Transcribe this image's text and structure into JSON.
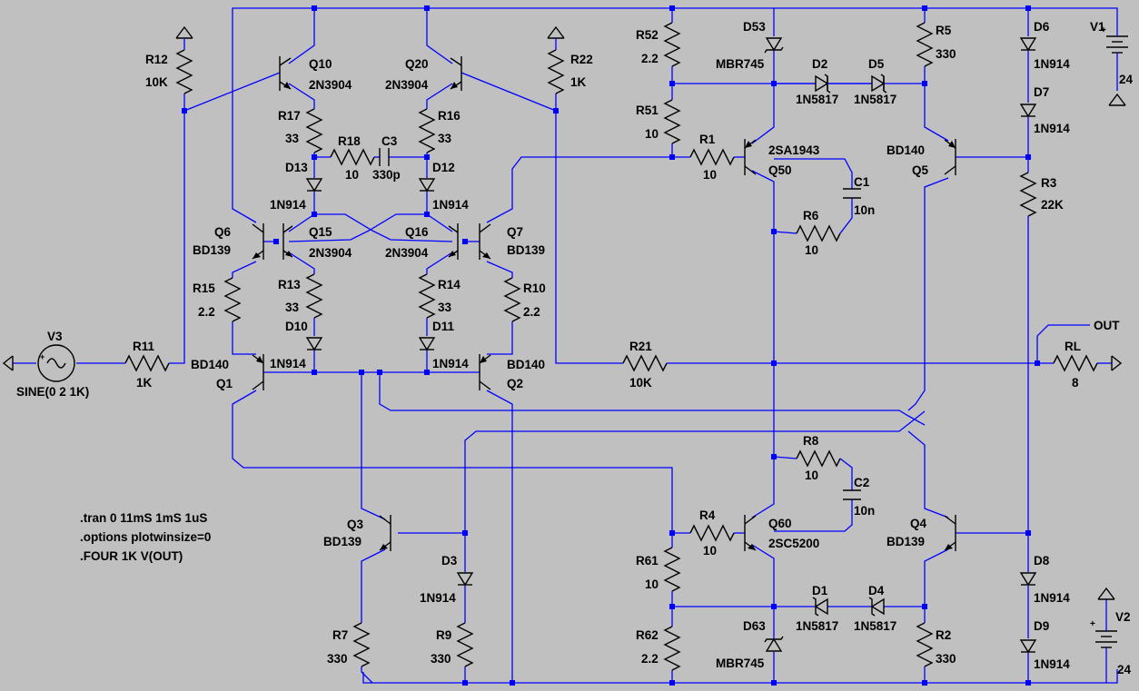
{
  "components": {
    "R12": {
      "ref": "R12",
      "value": "10K"
    },
    "R22": {
      "ref": "R22",
      "value": "1K"
    },
    "R17": {
      "ref": "R17",
      "value": "33"
    },
    "R16": {
      "ref": "R16",
      "value": "33"
    },
    "R18": {
      "ref": "R18",
      "value": "10"
    },
    "C3": {
      "ref": "C3",
      "value": "330p"
    },
    "R13": {
      "ref": "R13",
      "value": "33"
    },
    "R14": {
      "ref": "R14",
      "value": "33"
    },
    "R15": {
      "ref": "R15",
      "value": "2.2"
    },
    "R10": {
      "ref": "R10",
      "value": "2.2"
    },
    "R11": {
      "ref": "R11",
      "value": "1K"
    },
    "R21": {
      "ref": "R21",
      "value": "10K"
    },
    "R52": {
      "ref": "R52",
      "value": "2.2"
    },
    "R51": {
      "ref": "R51",
      "value": "10"
    },
    "R1": {
      "ref": "R1",
      "value": "10"
    },
    "R6": {
      "ref": "R6",
      "value": "10"
    },
    "C1": {
      "ref": "C1",
      "value": "10n"
    },
    "R5": {
      "ref": "R5",
      "value": "330"
    },
    "R3": {
      "ref": "R3",
      "value": "22K"
    },
    "RL": {
      "ref": "RL",
      "value": "8"
    },
    "R8": {
      "ref": "R8",
      "value": "10"
    },
    "C2": {
      "ref": "C2",
      "value": "10n"
    },
    "R4": {
      "ref": "R4",
      "value": "10"
    },
    "R61": {
      "ref": "R61",
      "value": "10"
    },
    "R62": {
      "ref": "R62",
      "value": "2.2"
    },
    "R2": {
      "ref": "R2",
      "value": "330"
    },
    "R7": {
      "ref": "R7",
      "value": "330"
    },
    "R9": {
      "ref": "R9",
      "value": "330"
    },
    "Q10": {
      "ref": "Q10",
      "value": "2N3904"
    },
    "Q20": {
      "ref": "Q20",
      "value": "2N3904"
    },
    "Q15": {
      "ref": "Q15",
      "value": "2N3904"
    },
    "Q16": {
      "ref": "Q16",
      "value": "2N3904"
    },
    "Q6": {
      "ref": "Q6",
      "value": "BD139"
    },
    "Q7": {
      "ref": "Q7",
      "value": "BD139"
    },
    "Q1": {
      "ref": "Q1",
      "value": "BD140"
    },
    "Q2": {
      "ref": "Q2",
      "value": "BD140"
    },
    "Q3": {
      "ref": "Q3",
      "value": "BD139"
    },
    "Q4": {
      "ref": "Q4",
      "value": "BD139"
    },
    "Q5": {
      "ref": "Q5",
      "value": "BD140"
    },
    "Q50": {
      "ref": "Q50",
      "value": "2SA1943"
    },
    "Q60": {
      "ref": "Q60",
      "value": "2SC5200"
    },
    "D13": {
      "ref": "D13",
      "value": "1N914"
    },
    "D12": {
      "ref": "D12",
      "value": "1N914"
    },
    "D10": {
      "ref": "D10",
      "value": "1N914"
    },
    "D11": {
      "ref": "D11",
      "value": "1N914"
    },
    "D3": {
      "ref": "D3",
      "value": "1N914"
    },
    "D6": {
      "ref": "D6",
      "value": "1N914"
    },
    "D7": {
      "ref": "D7",
      "value": "1N914"
    },
    "D8": {
      "ref": "D8",
      "value": "1N914"
    },
    "D9": {
      "ref": "D9",
      "value": "1N914"
    },
    "D53": {
      "ref": "D53",
      "value": "MBR745"
    },
    "D63": {
      "ref": "D63",
      "value": "MBR745"
    },
    "D2": {
      "ref": "D2",
      "value": "1N5817"
    },
    "D5": {
      "ref": "D5",
      "value": "1N5817"
    },
    "D1": {
      "ref": "D1",
      "value": "1N5817"
    },
    "D4": {
      "ref": "D4",
      "value": "1N5817"
    },
    "V1": {
      "ref": "V1",
      "value": "24"
    },
    "V2": {
      "ref": "V2",
      "value": "24"
    },
    "V3": {
      "ref": "V3",
      "value": "SINE(0 2 1K)"
    }
  },
  "net_labels": {
    "out": "OUT"
  },
  "directives": [
    ".tran 0 11mS 1mS 1uS",
    ".options plotwinsize=0",
    ".FOUR 1K V(OUT)"
  ],
  "colors": {
    "background": "#c0c0c0",
    "wire": "#0000ff",
    "symbol": "#000000"
  }
}
